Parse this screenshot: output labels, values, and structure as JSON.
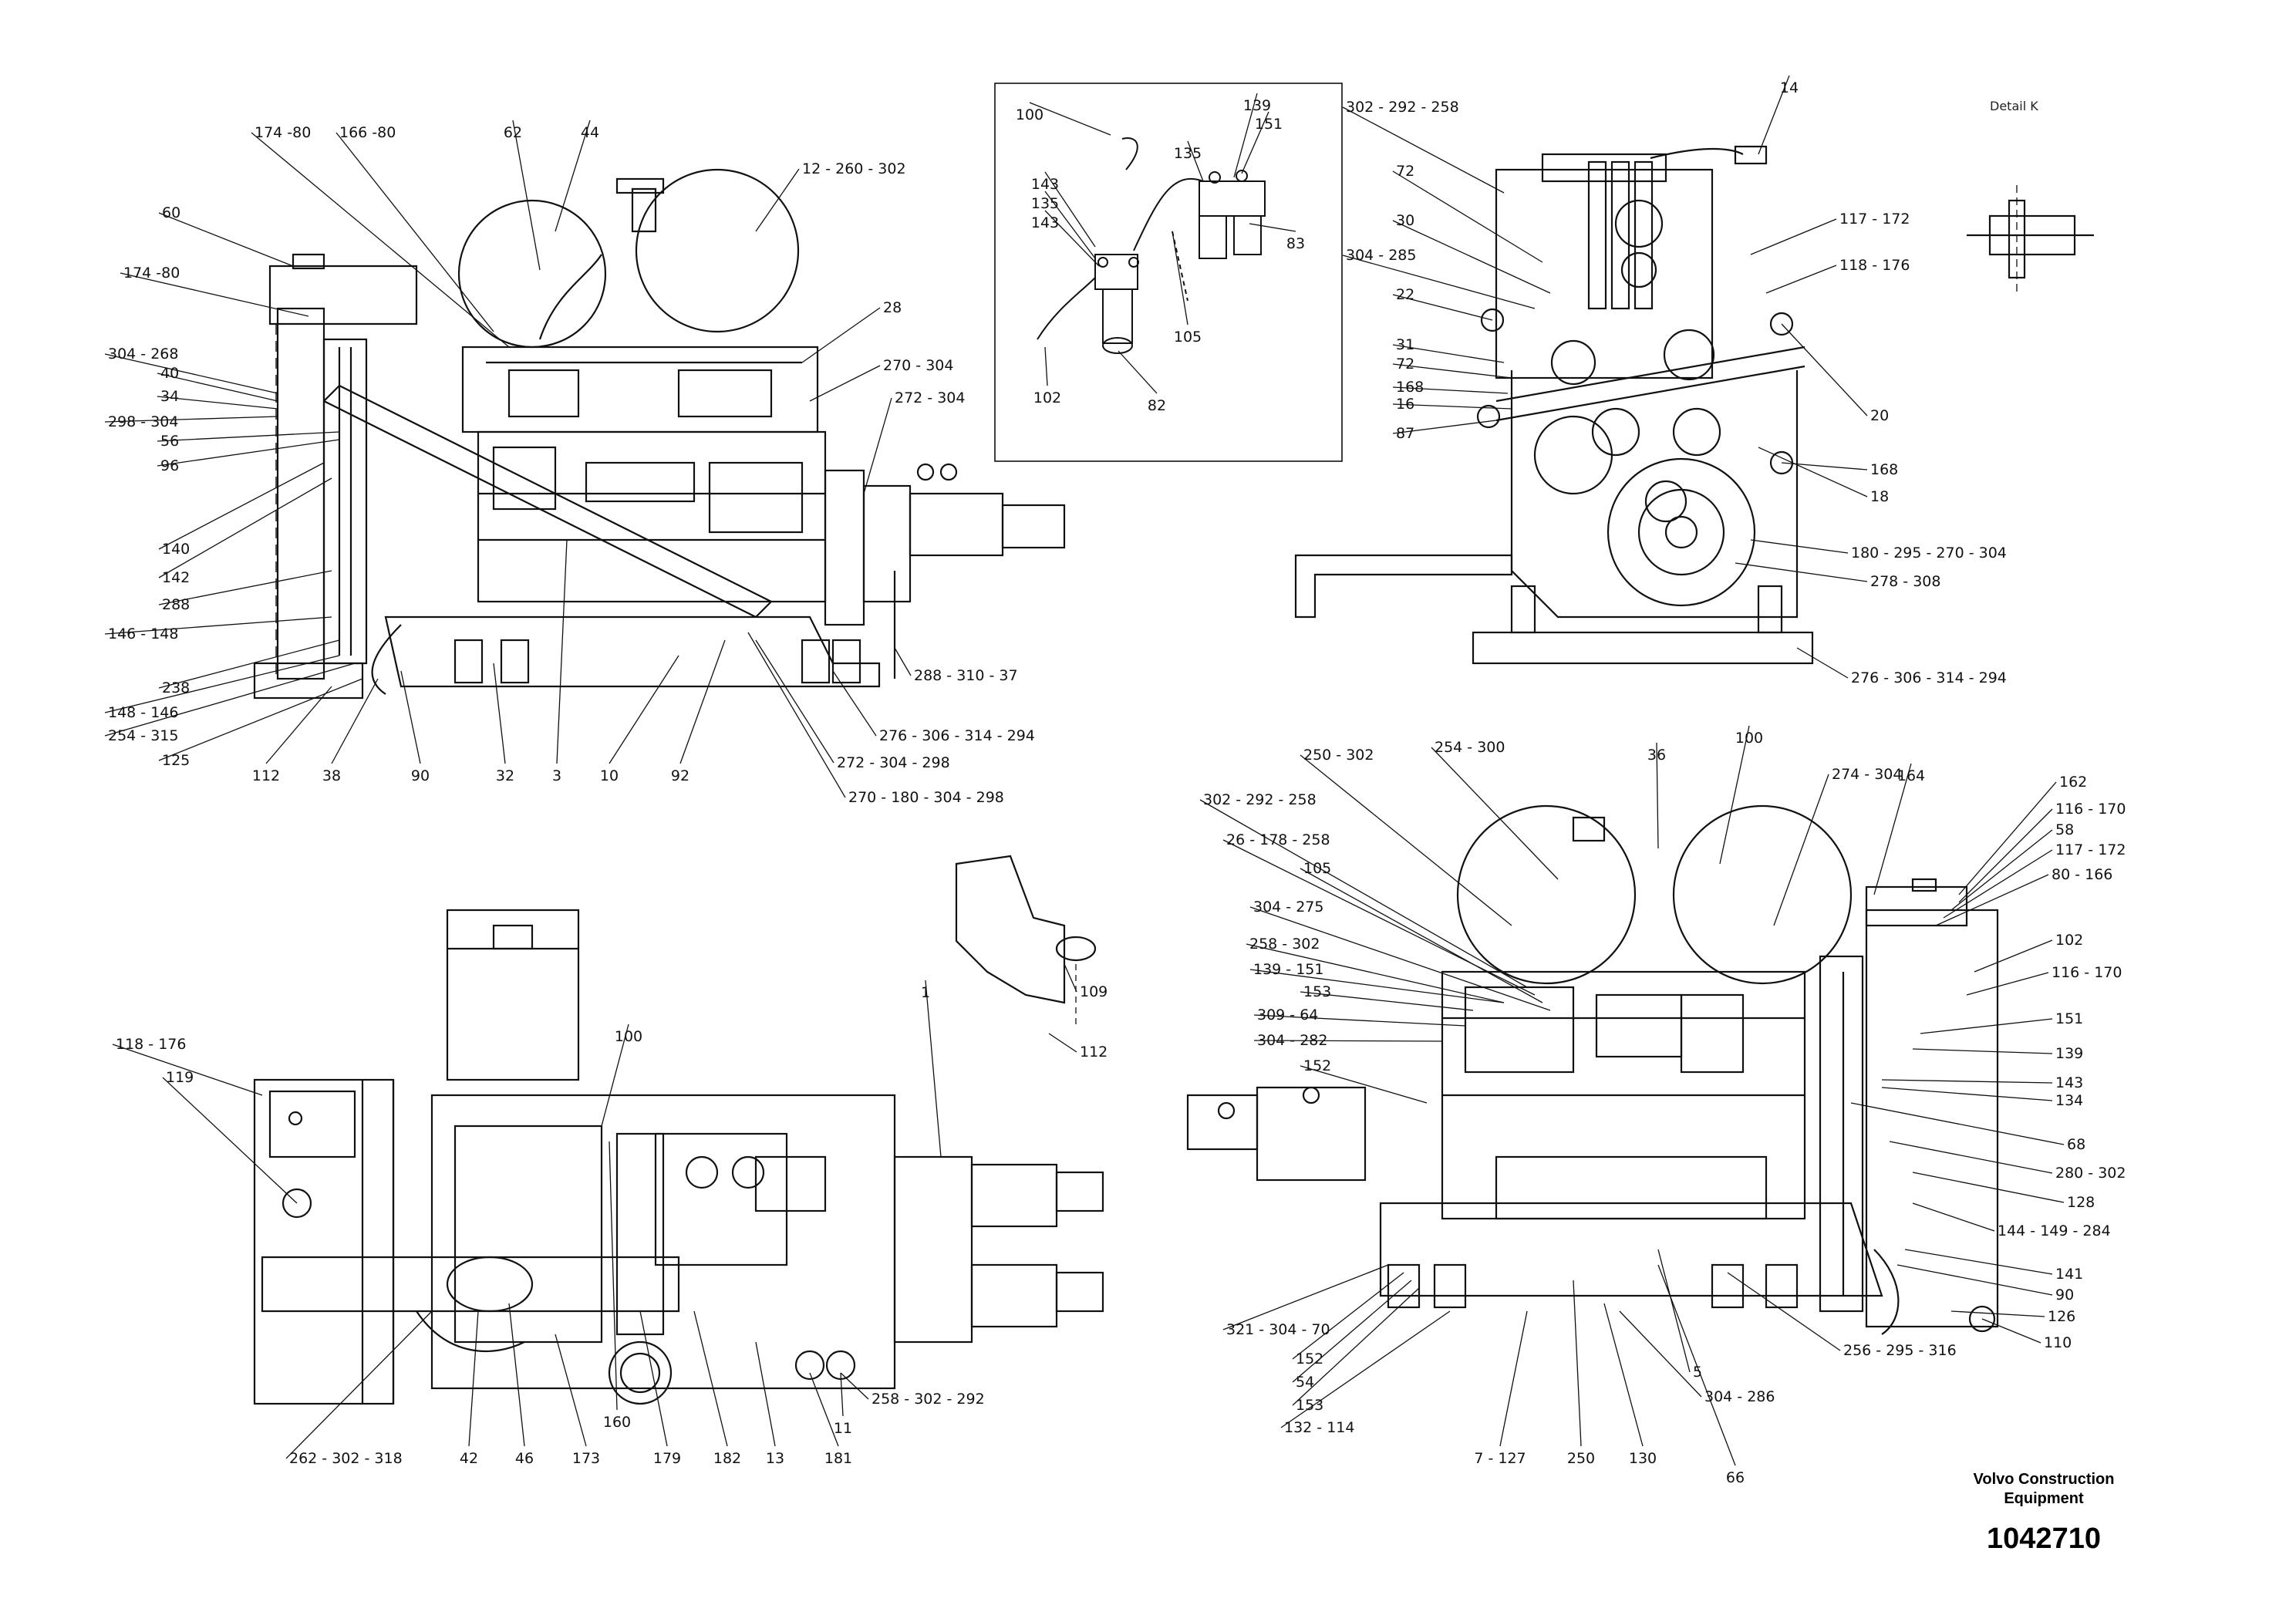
{
  "title_block": {
    "company_line1": "Volvo Construction",
    "company_line2": "Equipment",
    "part_number": "1042710"
  },
  "detail_label": "Detail K",
  "views": [
    {
      "name": "side-view",
      "callouts": [
        "174 -80",
        "166 -80",
        "62",
        "44",
        "12 - 260 - 302",
        "60",
        "174 -80",
        "28",
        "304 - 268",
        "40",
        "34",
        "298 - 304",
        "56",
        "96",
        "270 - 304",
        "272 - 304",
        "140",
        "142",
        "288",
        "146 - 148",
        "238",
        "148 - 146",
        "254 - 315",
        "125",
        "112",
        "38",
        "90",
        "32",
        "3",
        "10",
        "92",
        "288 - 310 - 37",
        "276 - 306 - 314 - 294",
        "272 - 304 - 298",
        "270 - 180 - 304 - 298"
      ]
    },
    {
      "name": "fuel-filter-detail",
      "callouts": [
        "100",
        "139",
        "151",
        "135",
        "143",
        "135",
        "143",
        "83",
        "105",
        "102",
        "82"
      ]
    },
    {
      "name": "front-view",
      "callouts": [
        "302 - 292 - 258",
        "14",
        "72",
        "30",
        "304 - 285",
        "22",
        "31",
        "72",
        "168",
        "16",
        "87",
        "117 - 172",
        "118 - 176",
        "20",
        "168",
        "18",
        "180 - 295 - 270 - 304",
        "278 - 308",
        "276 - 306 - 314 - 294"
      ]
    },
    {
      "name": "top-view",
      "callouts": [
        "118 - 176",
        "119",
        "100",
        "1",
        "109",
        "112",
        "262 - 302 - 318",
        "42",
        "46",
        "173",
        "160",
        "179",
        "182",
        "13",
        "181",
        "11",
        "258 - 302 - 292"
      ]
    },
    {
      "name": "rear-view",
      "callouts": [
        "250 - 302",
        "254 - 300",
        "36",
        "100",
        "274 - 304",
        "164",
        "302 - 292 - 258",
        "162",
        "116 - 170",
        "58",
        "117 - 172",
        "26 - 178 - 258",
        "105",
        "80 - 166",
        "304 - 275",
        "102",
        "258 - 302",
        "116 - 170",
        "139 - 151",
        "153",
        "309 - 64",
        "304 - 282",
        "152",
        "151",
        "139",
        "143",
        "134",
        "68",
        "280 - 302",
        "128",
        "144 - 149 - 284",
        "141",
        "90",
        "126",
        "110",
        "321 - 304 - 70",
        "152",
        "54",
        "153",
        "132 - 114",
        "7 - 127",
        "250",
        "130",
        "66",
        "256 - 295 - 316",
        "5",
        "304 - 286"
      ]
    }
  ]
}
